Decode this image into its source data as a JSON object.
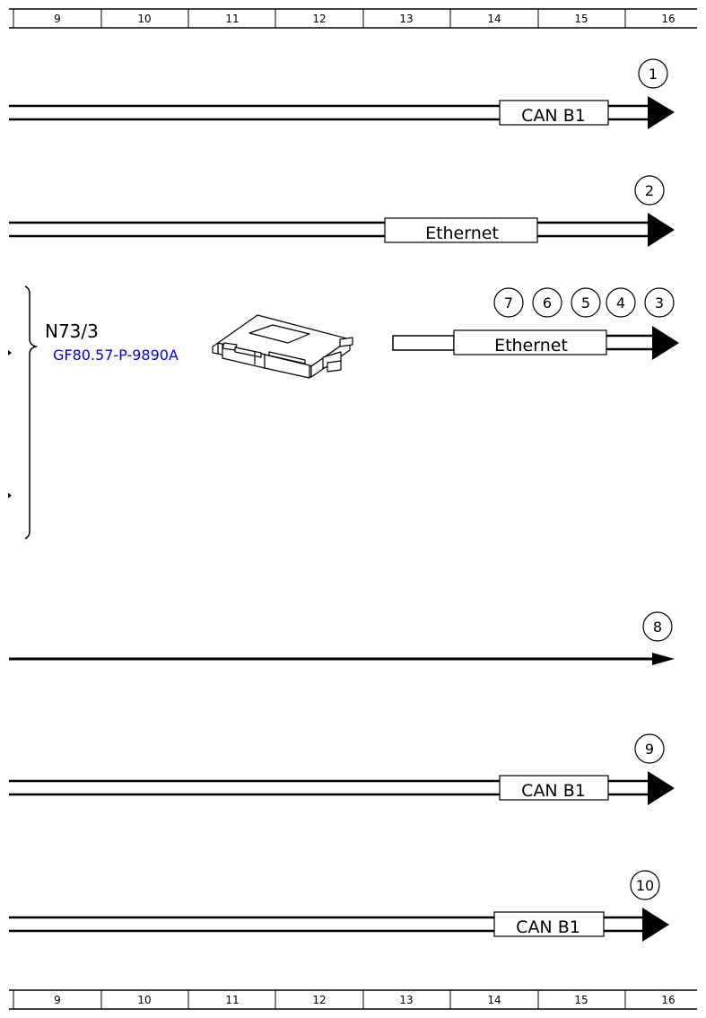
{
  "ruler": {
    "columns": [
      "9",
      "10",
      "11",
      "12",
      "13",
      "14",
      "15",
      "16"
    ]
  },
  "component": {
    "id": "N73/3",
    "reference": "GF80.57-P-9890A"
  },
  "connections": [
    {
      "number": "1",
      "type": "double",
      "label": "CAN B1"
    },
    {
      "number": "2",
      "type": "double",
      "label": "Ethernet"
    },
    {
      "numbers": [
        "7",
        "6",
        "5",
        "4",
        "3"
      ],
      "type": "double",
      "label": "Ethernet"
    },
    {
      "number": "8",
      "type": "single",
      "label": ""
    },
    {
      "number": "9",
      "type": "double",
      "label": "CAN B1"
    },
    {
      "number": "10",
      "type": "double",
      "label": "CAN B1"
    }
  ],
  "colors": {
    "line": "#000000",
    "link": "#0000cc",
    "background": "#ffffff"
  }
}
